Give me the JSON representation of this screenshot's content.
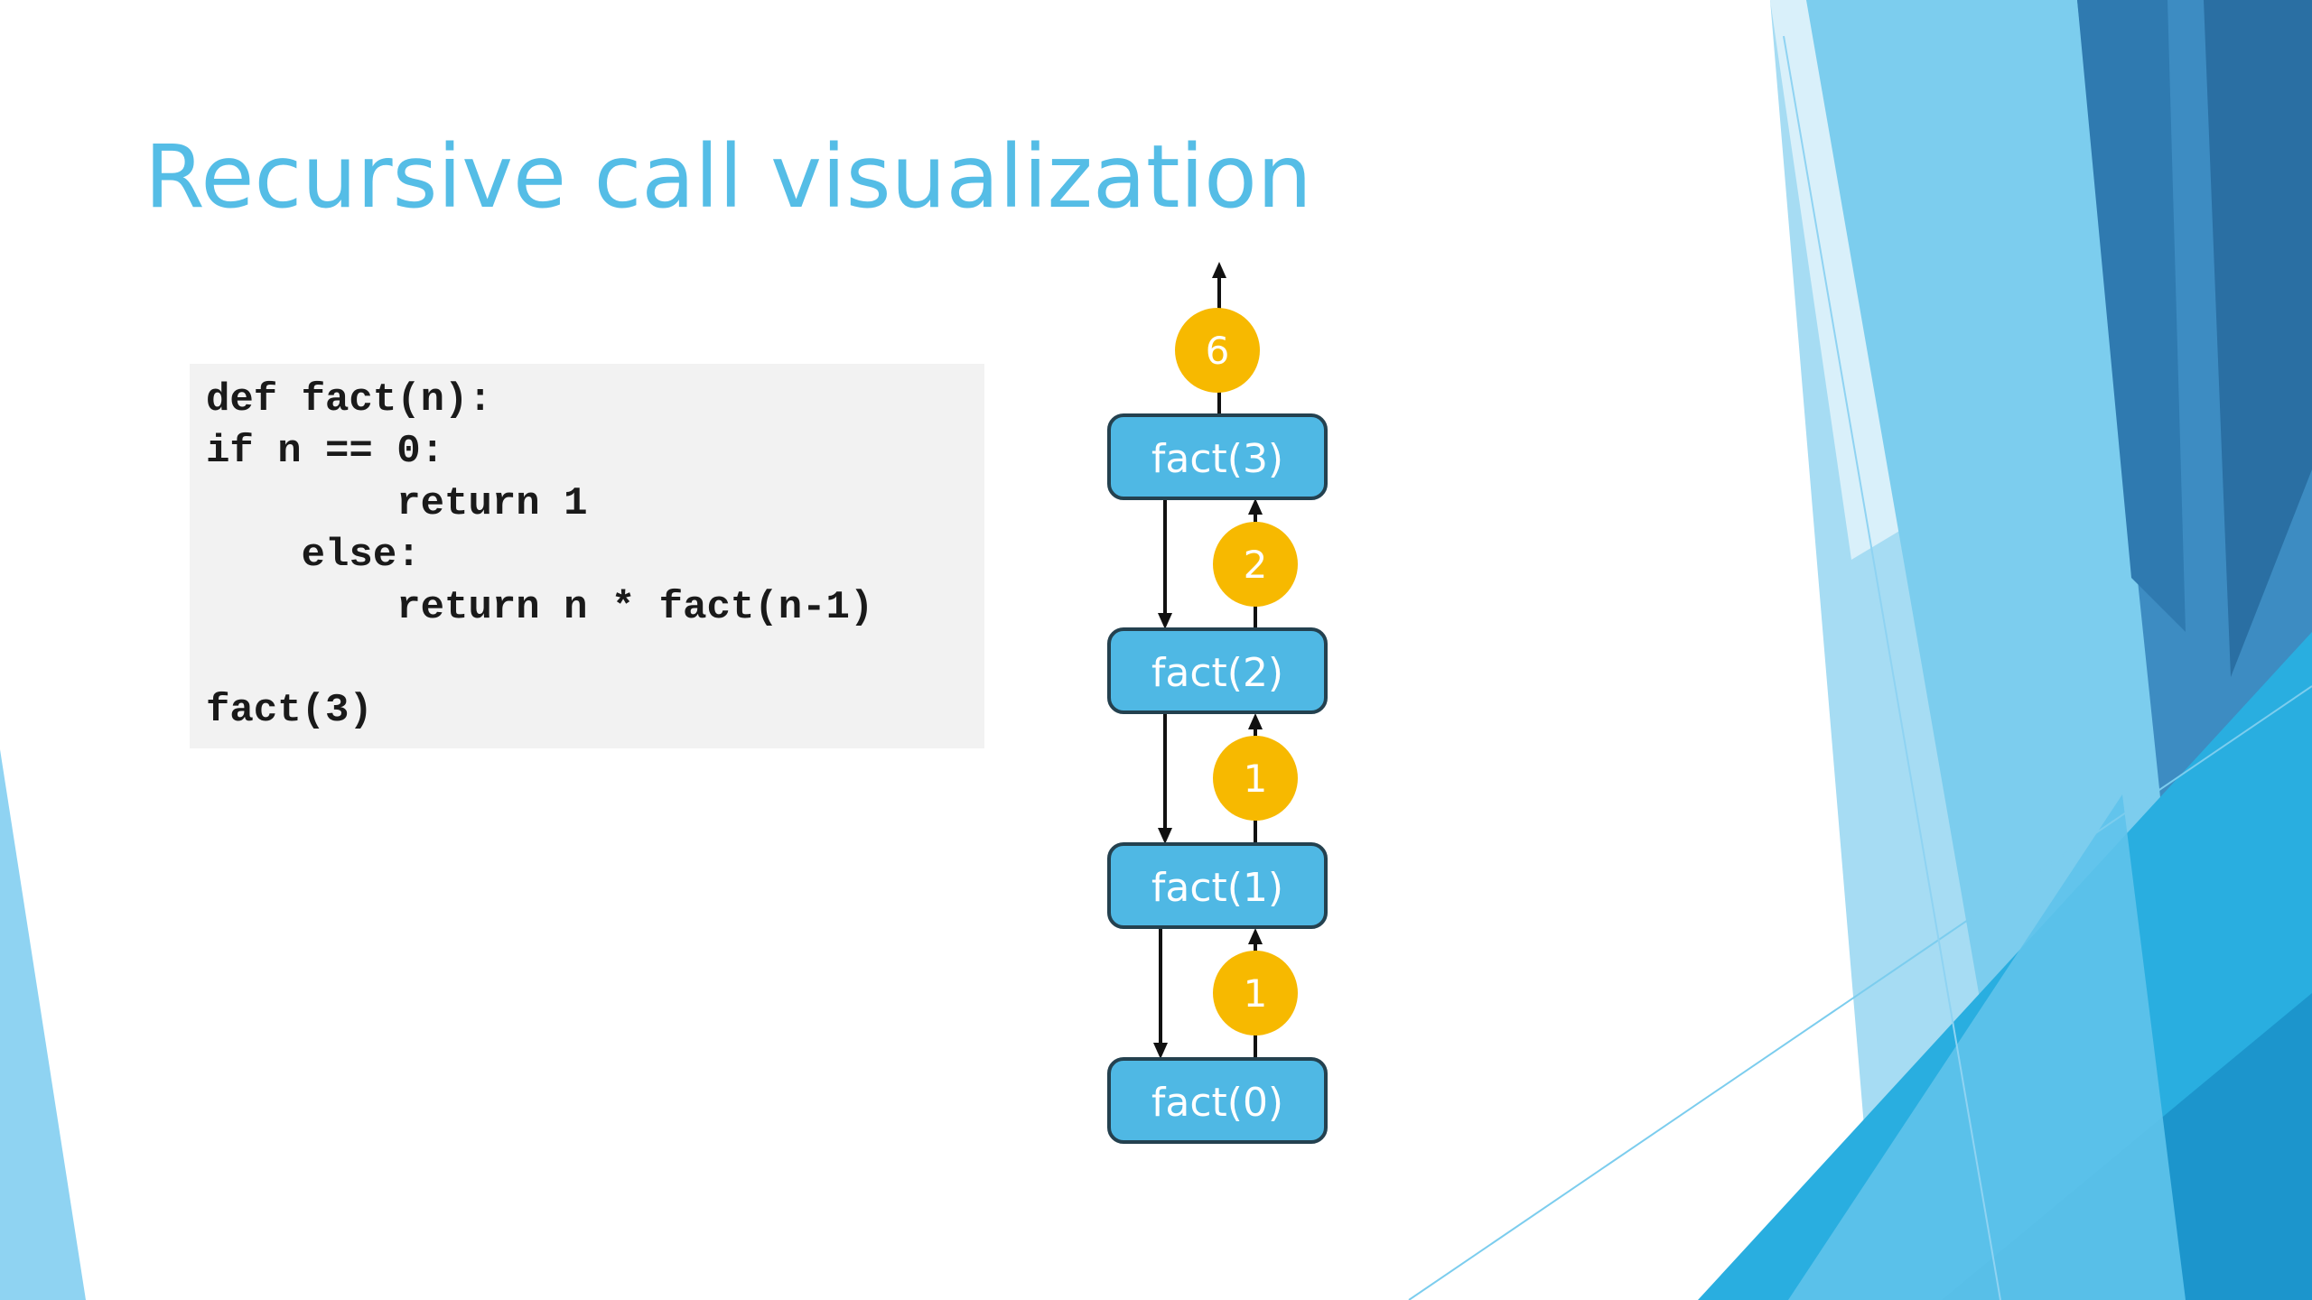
{
  "slide": {
    "title": "Recursive call visualization",
    "colors": {
      "title": "#55bde6",
      "node_fill": "#4fb8e4",
      "node_stroke": "#24414f",
      "badge_fill": "#f7b900",
      "code_background": "#f2f2f2"
    }
  },
  "code": {
    "lines": [
      "def fact(n):",
      "if n == 0:",
      "        return 1",
      "    else:",
      "        return n * fact(n-1)",
      "",
      "fact(3)"
    ]
  },
  "diagram": {
    "nodes": [
      "fact(3)",
      "fact(2)",
      "fact(1)",
      "fact(0)"
    ],
    "return_values": [
      "6",
      "2",
      "1",
      "1"
    ]
  }
}
